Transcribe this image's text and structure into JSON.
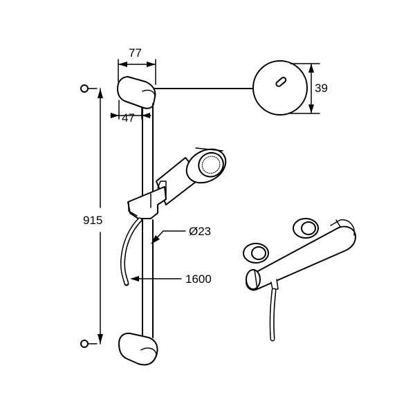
{
  "drawing": {
    "line_color": "#000000",
    "background": "#ffffff",
    "dimensions": {
      "bracket_width": "77",
      "bracket_depth": "47",
      "wall_plate_height": "39",
      "rail_length": "915",
      "rail_diameter": "Ø23",
      "hose_length": "1600"
    }
  }
}
